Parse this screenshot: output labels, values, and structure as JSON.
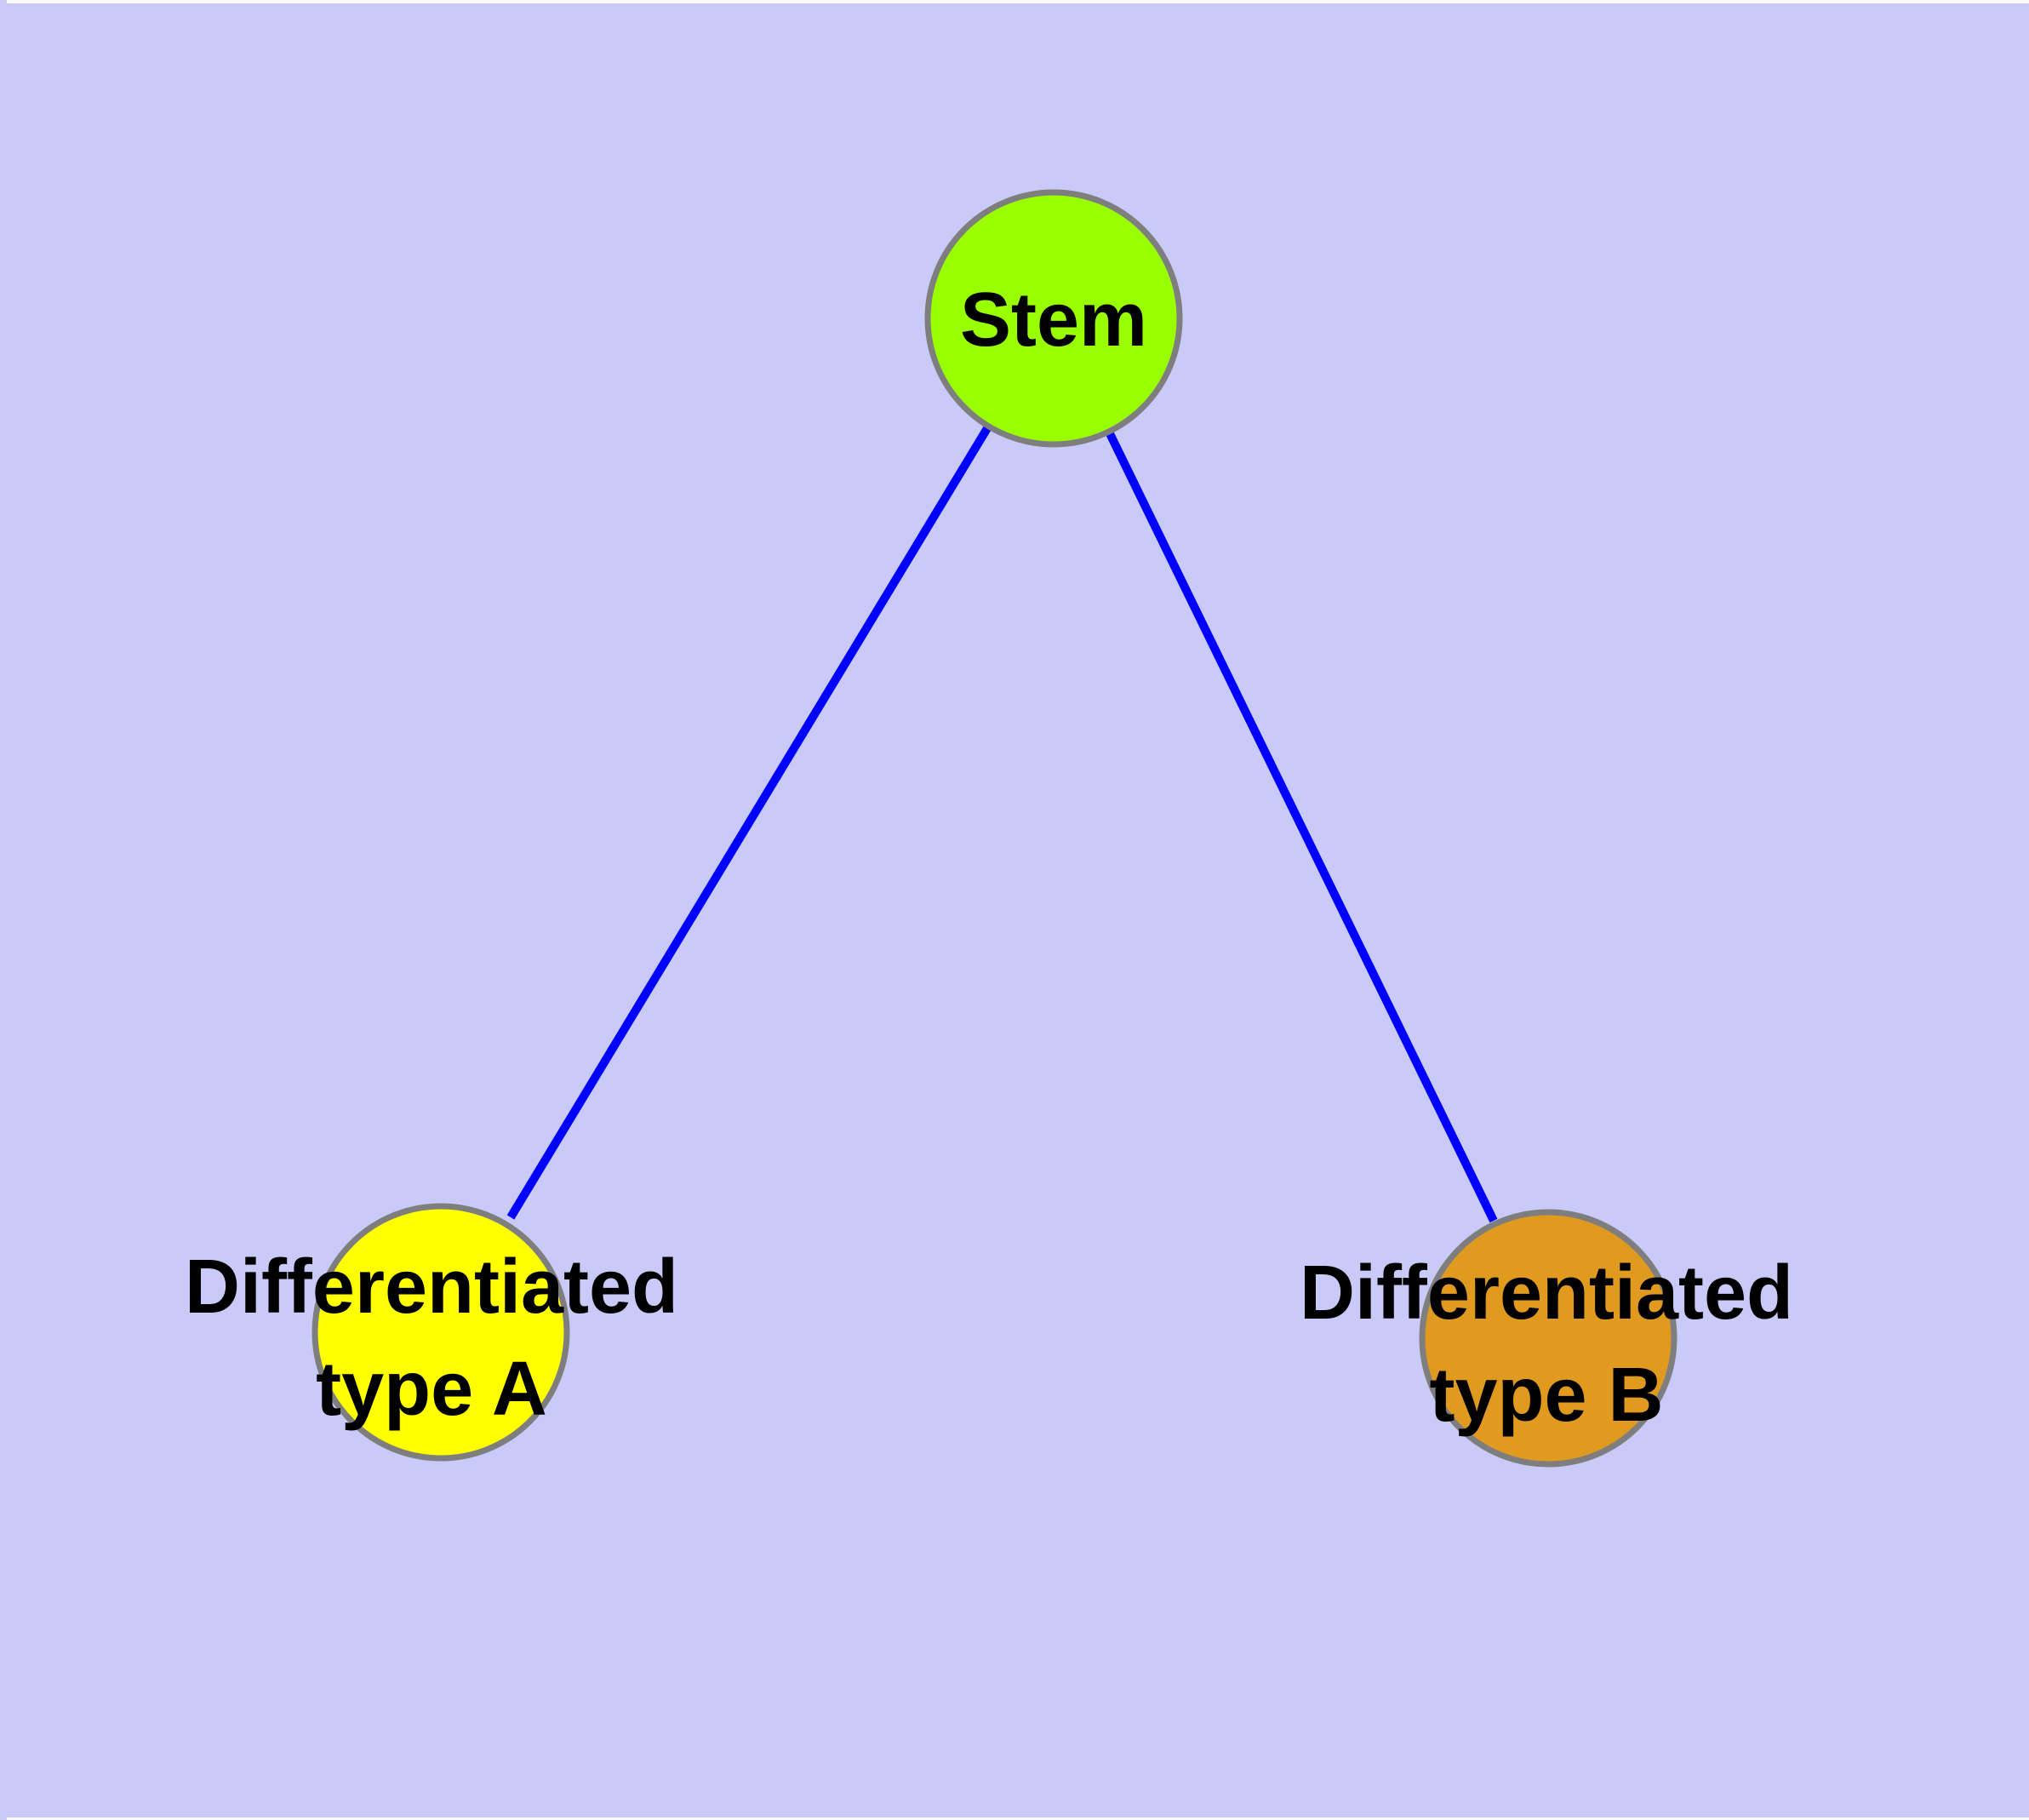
{
  "diagram": {
    "background_color": "#CACAF8",
    "window_edge_color": "#FAFAFD",
    "edge_color": "#0000FF",
    "edge_width": 10,
    "node_border_color": "#7E7E7E",
    "label_color": "#000000",
    "nodes": [
      {
        "id": "stem",
        "label": "Stem",
        "lines": [
          "Stem"
        ],
        "fill_color": "#99FF00"
      },
      {
        "id": "differentiated-type-a",
        "label": "Differentiated type A",
        "lines": [
          "Differentiated",
          "type A"
        ],
        "fill_color": "#FFFF00"
      },
      {
        "id": "differentiated-type-b",
        "label": "Differentiated type B",
        "lines": [
          "Differentiated",
          "type B"
        ],
        "fill_color": "#E09A20"
      }
    ],
    "edges": [
      {
        "from": "Stem",
        "to": "Differentiated type A"
      },
      {
        "from": "Stem",
        "to": "Differentiated type B"
      }
    ]
  }
}
